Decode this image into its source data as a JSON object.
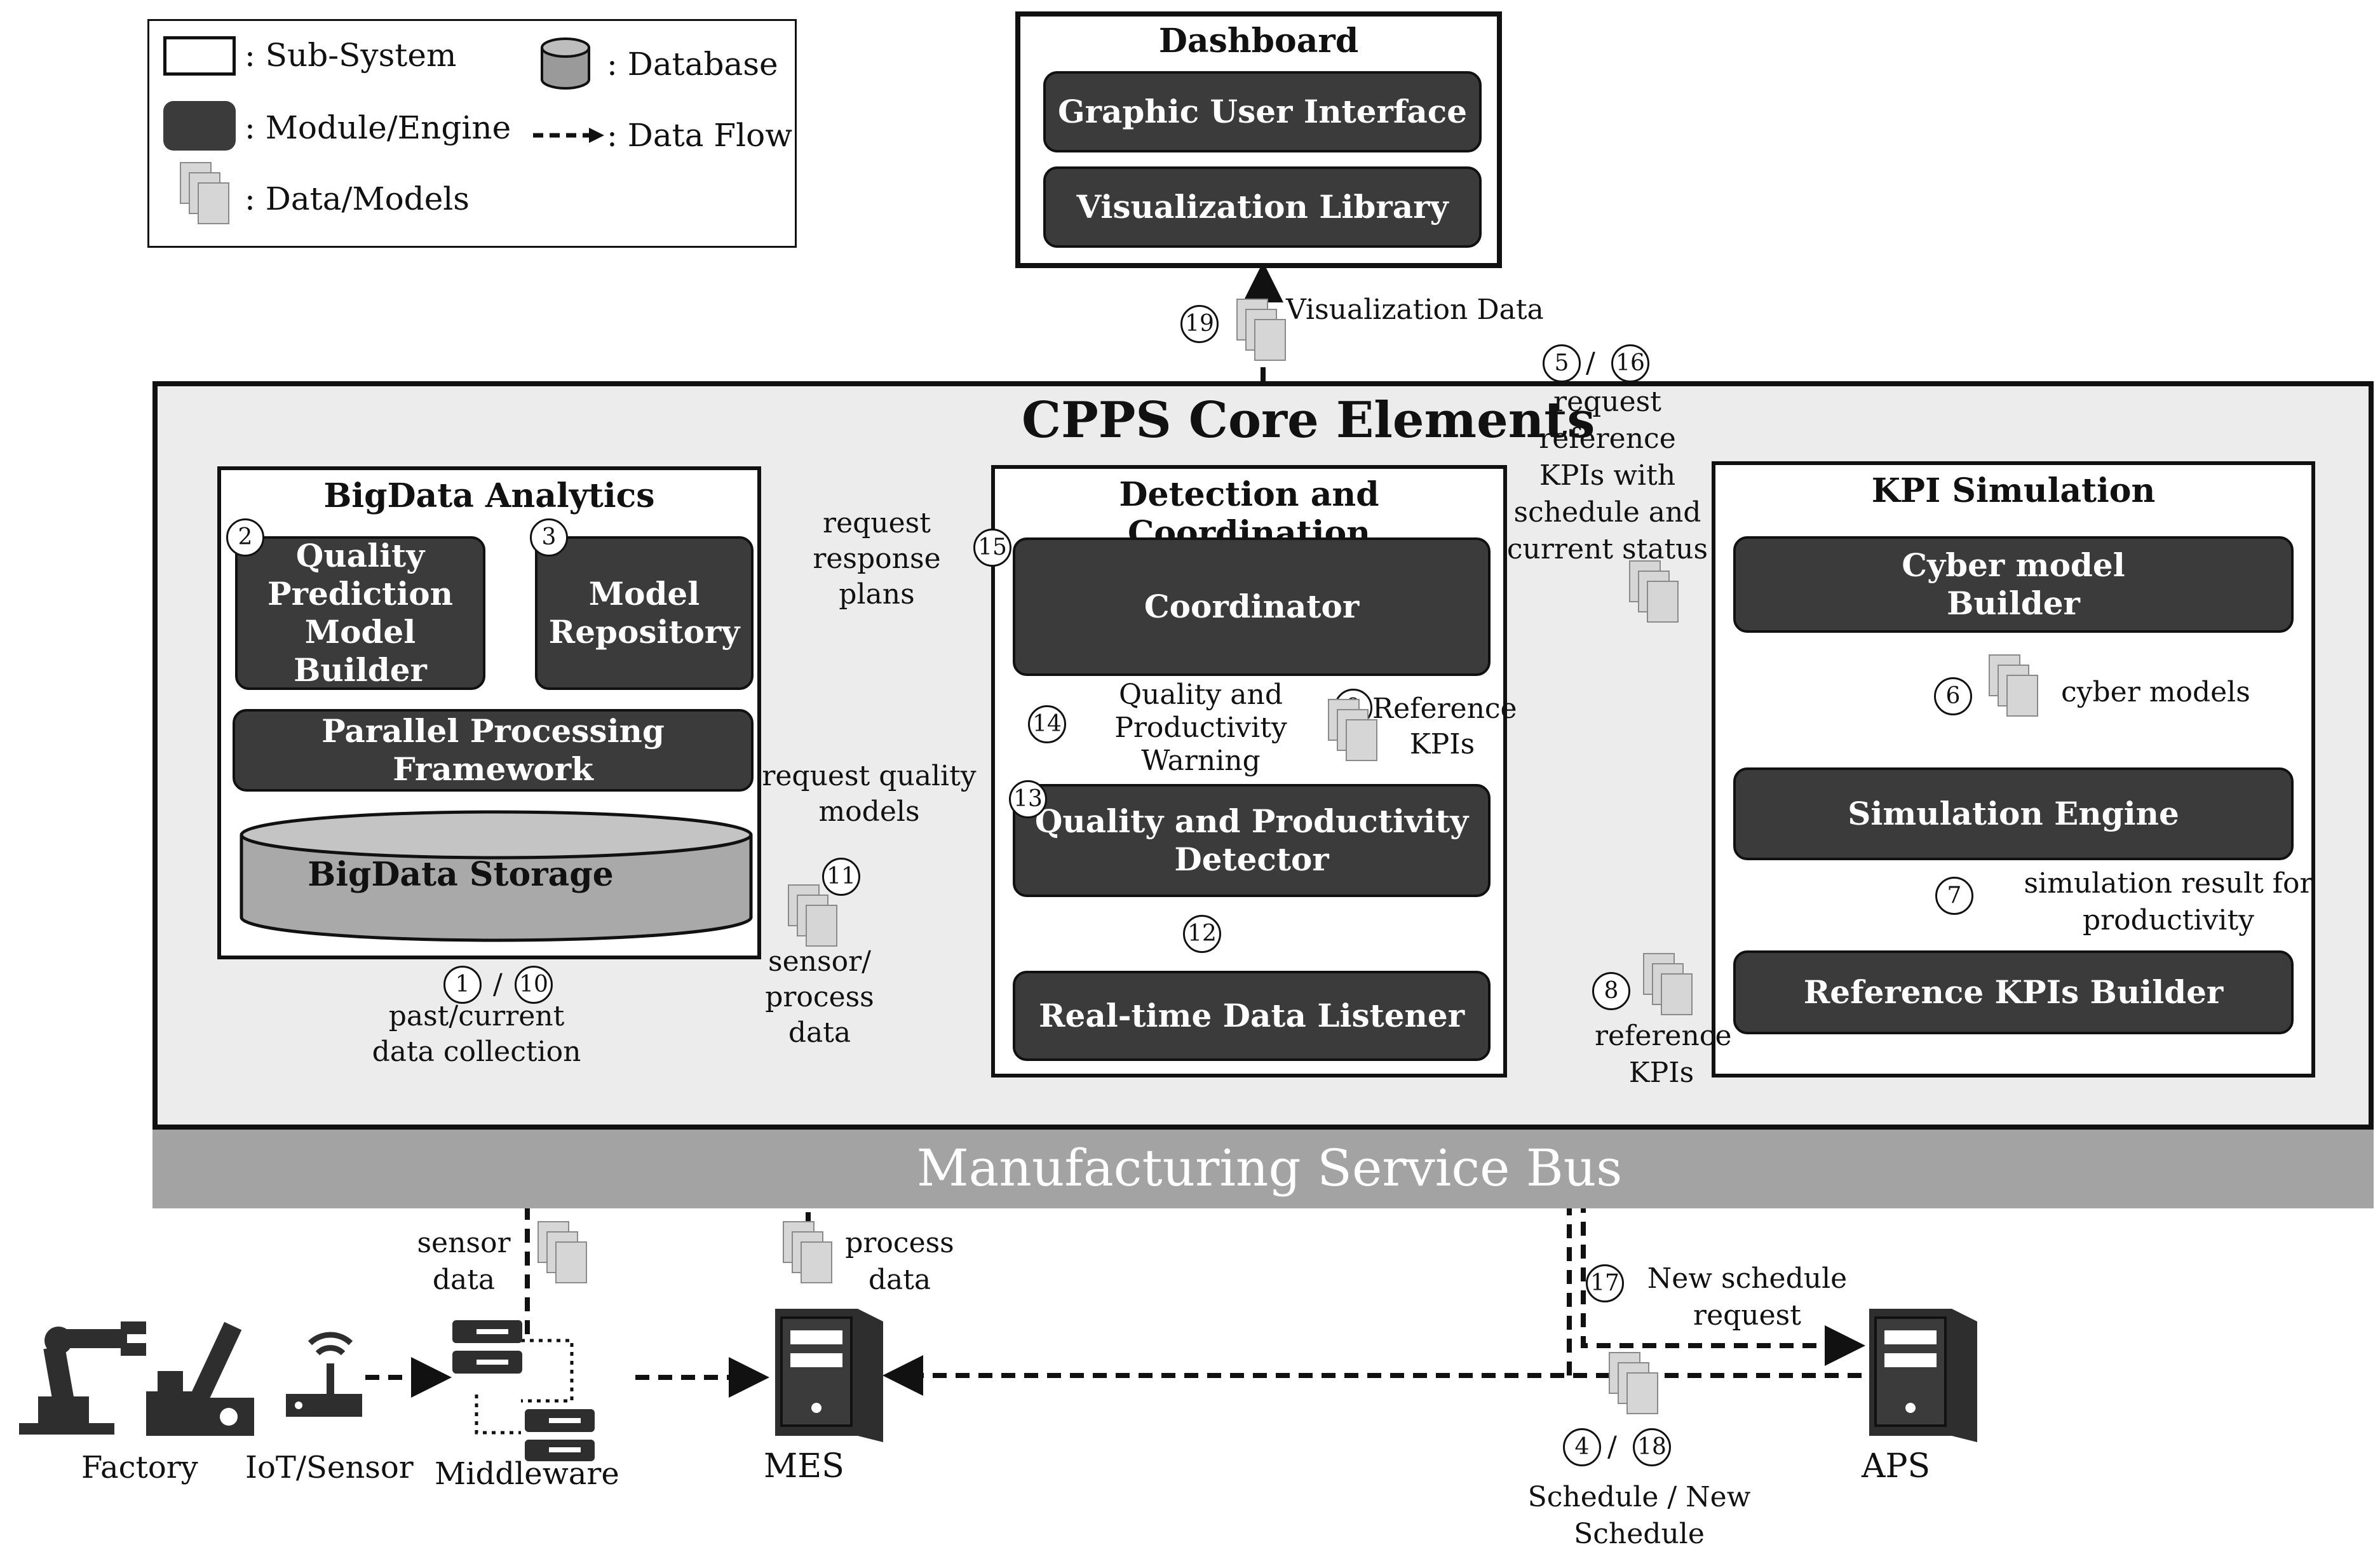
{
  "legend": {
    "subsystem": ": Sub-System",
    "database": ": Database",
    "module": ": Module/Engine",
    "dataflow": ": Data Flow",
    "datamodels": ": Data/Models"
  },
  "dashboard": {
    "title": "Dashboard",
    "gui": "Graphic User Interface",
    "vislib": "Visualization Library"
  },
  "core": {
    "title": "CPPS Core Elements"
  },
  "bigdata": {
    "title": "BigData Analytics",
    "qpmb": "Quality Prediction Model Builder",
    "repo": "Model Repository",
    "ppf": "Parallel Processing Framework",
    "storage": "BigData Storage"
  },
  "detection": {
    "title": "Detection and Coordination",
    "coordinator": "Coordinator",
    "qpd": "Quality and Productivity Detector",
    "rtdl": "Real-time Data Listener"
  },
  "kpi": {
    "title": "KPI Simulation",
    "cyber": "Cyber model Builder",
    "sim": "Simulation Engine",
    "ref": "Reference KPIs Builder"
  },
  "bus": "Manufacturing Service Bus",
  "steps": [
    "1",
    "10",
    "2",
    "3",
    "5",
    "16",
    "6",
    "7",
    "8",
    "9",
    "11",
    "12",
    "13",
    "14",
    "15",
    "17",
    "4",
    "18",
    "19"
  ],
  "labels": {
    "vis_data": "Visualization Data",
    "req_ref": "request reference KPIs with schedule and current status",
    "req_resp": "request response plans",
    "req_qm": "request quality models",
    "qp_warning": "Quality and Productivity Warning",
    "ref_kpis": "Reference KPIs",
    "cyber_models": "cyber models",
    "sim_result": "simulation result for productivity",
    "reference_kpis": "reference KPIs",
    "sensor_process": "sensor/ process data",
    "past_current": "past/current data collection",
    "sensor_data": "sensor data",
    "process_data": "process data",
    "new_schedule": "New schedule request",
    "schedule": "Schedule / New Schedule",
    "slash": "/"
  },
  "bottom": {
    "factory": "Factory",
    "iot": "IoT/Sensor",
    "middleware": "Middleware",
    "mes": "MES",
    "aps": "APS"
  }
}
